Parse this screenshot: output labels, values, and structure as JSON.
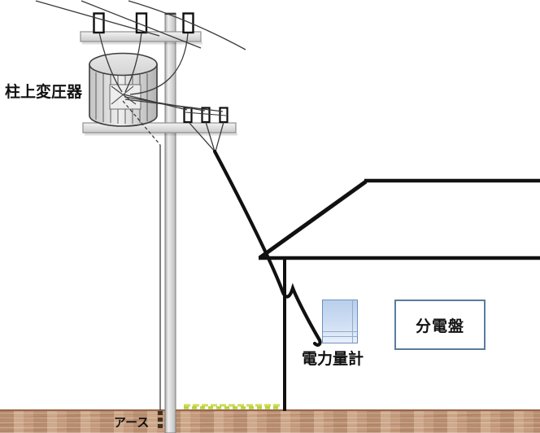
{
  "labels": {
    "transformer": "柱上変圧器",
    "meter": "電力量計",
    "distribution_board": "分電盤",
    "earth": "アース"
  },
  "colors": {
    "meter-top": "#b9cfec",
    "meter-bottom": "#e9f0fb",
    "meter-border": "#6d90bd",
    "meter-line": "#93abc9",
    "board-border": "#5b7b9d",
    "ground-base": "#c59b7d",
    "ground-edge": "#99664a",
    "grass": "#b5d23d",
    "grass-light": "#cade55",
    "ink": "#111111",
    "wire": "#3a3a3a"
  }
}
